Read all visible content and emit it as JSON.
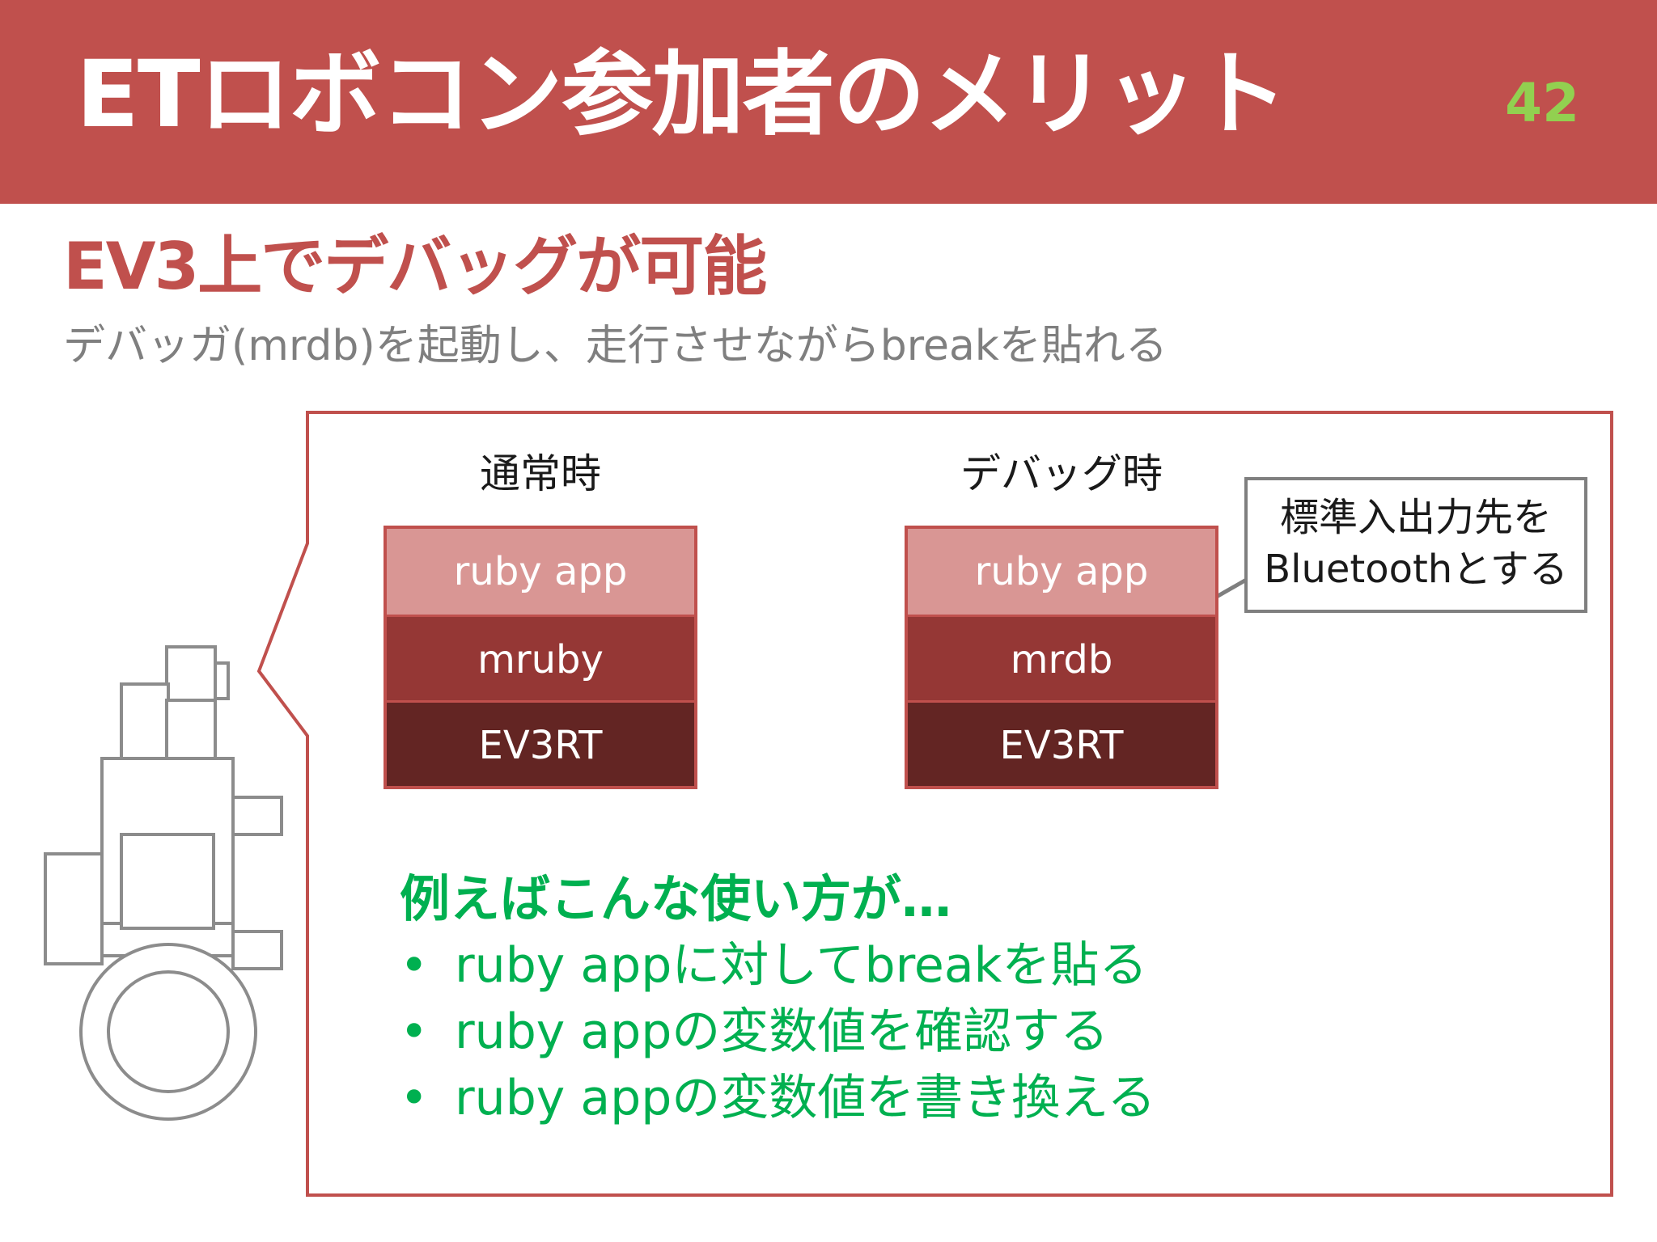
{
  "header": {
    "title": "ETロボコン参加者のメリット",
    "page_number": "42"
  },
  "section": {
    "heading": "EV3上でデバッグが可能",
    "subheading": "デバッガ(mrdb)を起動し、走行させながらbreakを貼れる"
  },
  "stacks": [
    {
      "label": "通常時",
      "layers": [
        "ruby app",
        "mruby",
        "EV3RT"
      ]
    },
    {
      "label": "デバッグ時",
      "layers": [
        "ruby app",
        "mrdb",
        "EV3RT"
      ]
    }
  ],
  "annotation": {
    "line1": "標準入出力先を",
    "line2": "Bluetoothとする"
  },
  "examples": {
    "heading": "例えばこんな使い方が…",
    "bullet": "•",
    "items": [
      "ruby appに対してbreakを貼る",
      "ruby appの変数値を確認する",
      "ruby appの変数値を書き換える"
    ]
  },
  "colors": {
    "header_bg": "#c0504d",
    "page_number": "#92d050",
    "accent_green": "#00b050",
    "layer_light": "#d99694",
    "layer_mid": "#953735",
    "layer_dark": "#632523"
  }
}
